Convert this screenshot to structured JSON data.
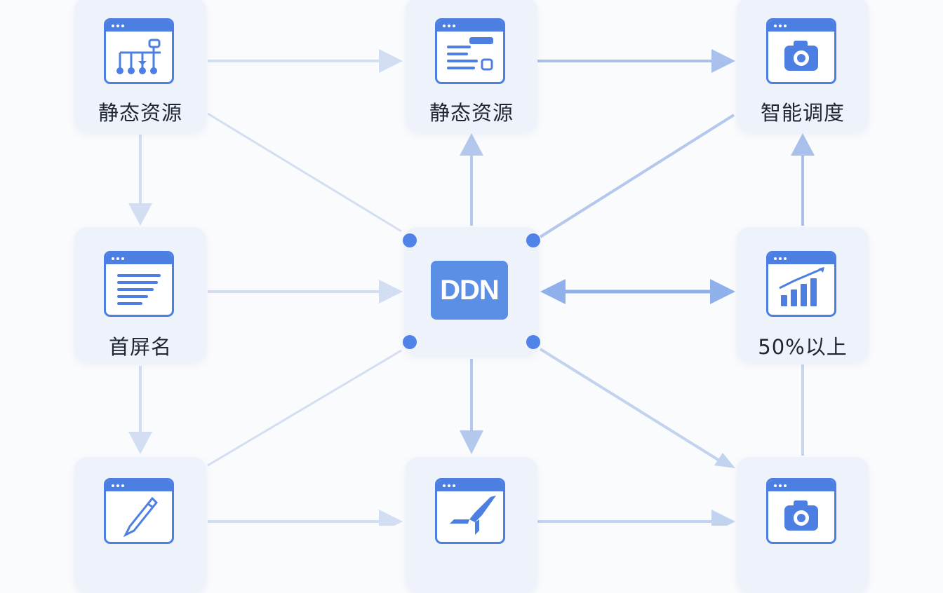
{
  "diagram": {
    "center": {
      "label": "DDN"
    },
    "nodes": {
      "top_left": {
        "label": "静态资源",
        "icon": "tree-chart-window-icon"
      },
      "top_center": {
        "label": "静态资源",
        "icon": "document-list-window-icon"
      },
      "top_right": {
        "label": "智能调度",
        "icon": "camera-window-icon"
      },
      "middle_left": {
        "label": "首屏名",
        "icon": "text-lines-window-icon"
      },
      "middle_right": {
        "label": "50%以上",
        "icon": "bar-chart-window-icon"
      },
      "bottom_left": {
        "label": "",
        "icon": "pen-window-icon"
      },
      "bottom_center": {
        "label": "",
        "icon": "rocket-window-icon"
      },
      "bottom_right": {
        "label": "",
        "icon": "camera-window-icon"
      }
    },
    "colors": {
      "accent": "#4d7fe3",
      "ddn_fill": "#5b8fe6",
      "arrow_light": "#c8d6ef",
      "arrow_medium": "#9fbbe9",
      "node_bg": "#eef2fb"
    }
  }
}
